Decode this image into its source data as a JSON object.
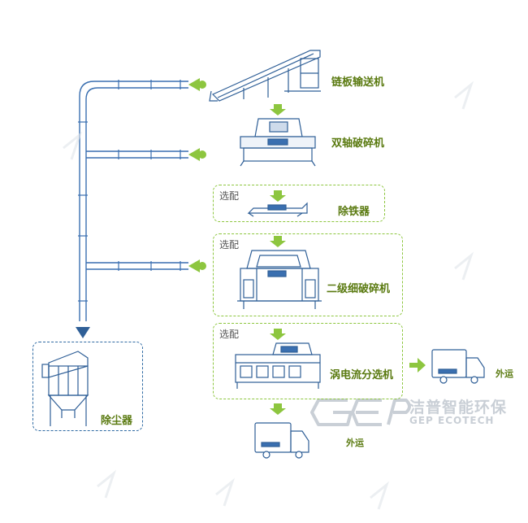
{
  "colors": {
    "pipe": "#3a6fb0",
    "green": "#8dc63f",
    "label": "#5a7a10",
    "dust_border": "#2f6aa3",
    "machine": "#2f5f97"
  },
  "stages": {
    "chain_conveyor": "链板输送机",
    "twin_shaft_shredder": "双轴破碎机",
    "iron_remover": "除铁器",
    "secondary_shredder": "二级细破碎机",
    "eddy_current_separator": "涡电流分选机",
    "dust_collector": "除尘器"
  },
  "optional_label": "选配",
  "outbound": {
    "side": "外运",
    "bottom": "外运"
  },
  "brand": {
    "cn": "洁普智能环保",
    "en": "GEP ECOTECH",
    "mark": "GEP"
  }
}
